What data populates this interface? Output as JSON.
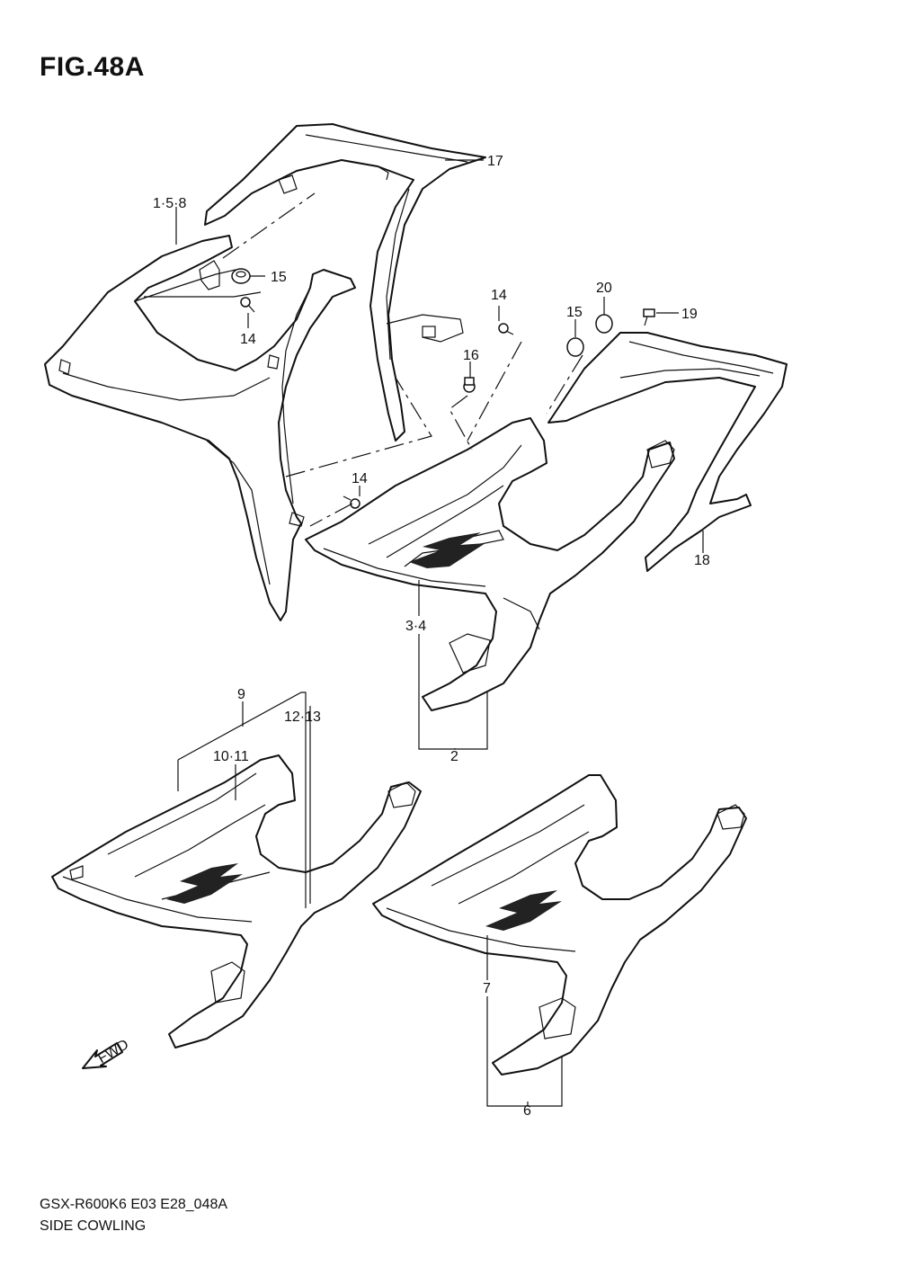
{
  "title": "FIG.48A",
  "footer": {
    "code": "GSX-R600K6 E03 E28_048A",
    "name": "SIDE COWLING"
  },
  "fwd_label": "FWD",
  "callouts": {
    "c17": "17",
    "c158": "1·5·8",
    "c15a": "15",
    "c14a": "14",
    "c14b": "14",
    "c20": "20",
    "c15b": "15",
    "c19": "19",
    "c16": "16",
    "c14c": "14",
    "c18": "18",
    "c34": "3·4",
    "c2": "2",
    "c9": "9",
    "c1213": "12·13",
    "c1011": "10·11",
    "c7": "7",
    "c6": "6"
  }
}
